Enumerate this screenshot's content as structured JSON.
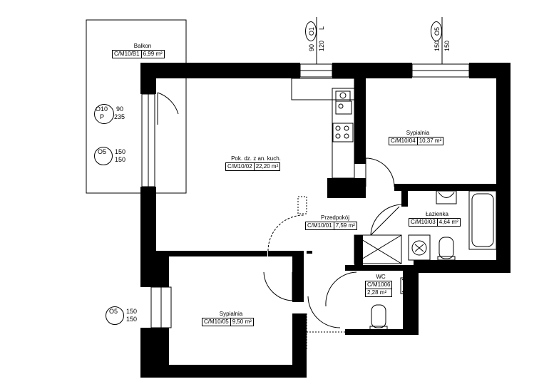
{
  "rooms": {
    "balcony": {
      "name": "Balkon",
      "code": "C/M10/B1",
      "area": "6,99 m²"
    },
    "living": {
      "name": "Pok. dz. z an. kuch.",
      "code": "C/M10/02",
      "area": "22,20 m²"
    },
    "bedroom1": {
      "name": "Sypialnia",
      "code": "C/M10/04",
      "area": "10,37 m²"
    },
    "hall": {
      "name": "Przedpokój",
      "code": "C/M10/01",
      "area": "7,59 m²"
    },
    "bathroom": {
      "name": "Łazienka",
      "code": "C/M10/03",
      "area": "4,64 m²"
    },
    "wc": {
      "name": "WC",
      "code": "C/M1006",
      "area": "2,28 m²"
    },
    "bedroom2": {
      "name": "Sypialnia",
      "code": "C/M10/05",
      "area": "9,50 m²"
    }
  },
  "windows": {
    "o1": {
      "id": "O1",
      "side": "L",
      "w": "90",
      "h": "120"
    },
    "o5_top": {
      "id": "O5",
      "w": "150",
      "h": "150"
    },
    "o10": {
      "id": "O10",
      "type": "P",
      "w": "90",
      "h": "235"
    },
    "o5_left": {
      "id": "O5",
      "w": "150",
      "h": "150"
    },
    "o5_bottom": {
      "id": "O5",
      "w": "150",
      "h": "150"
    }
  }
}
